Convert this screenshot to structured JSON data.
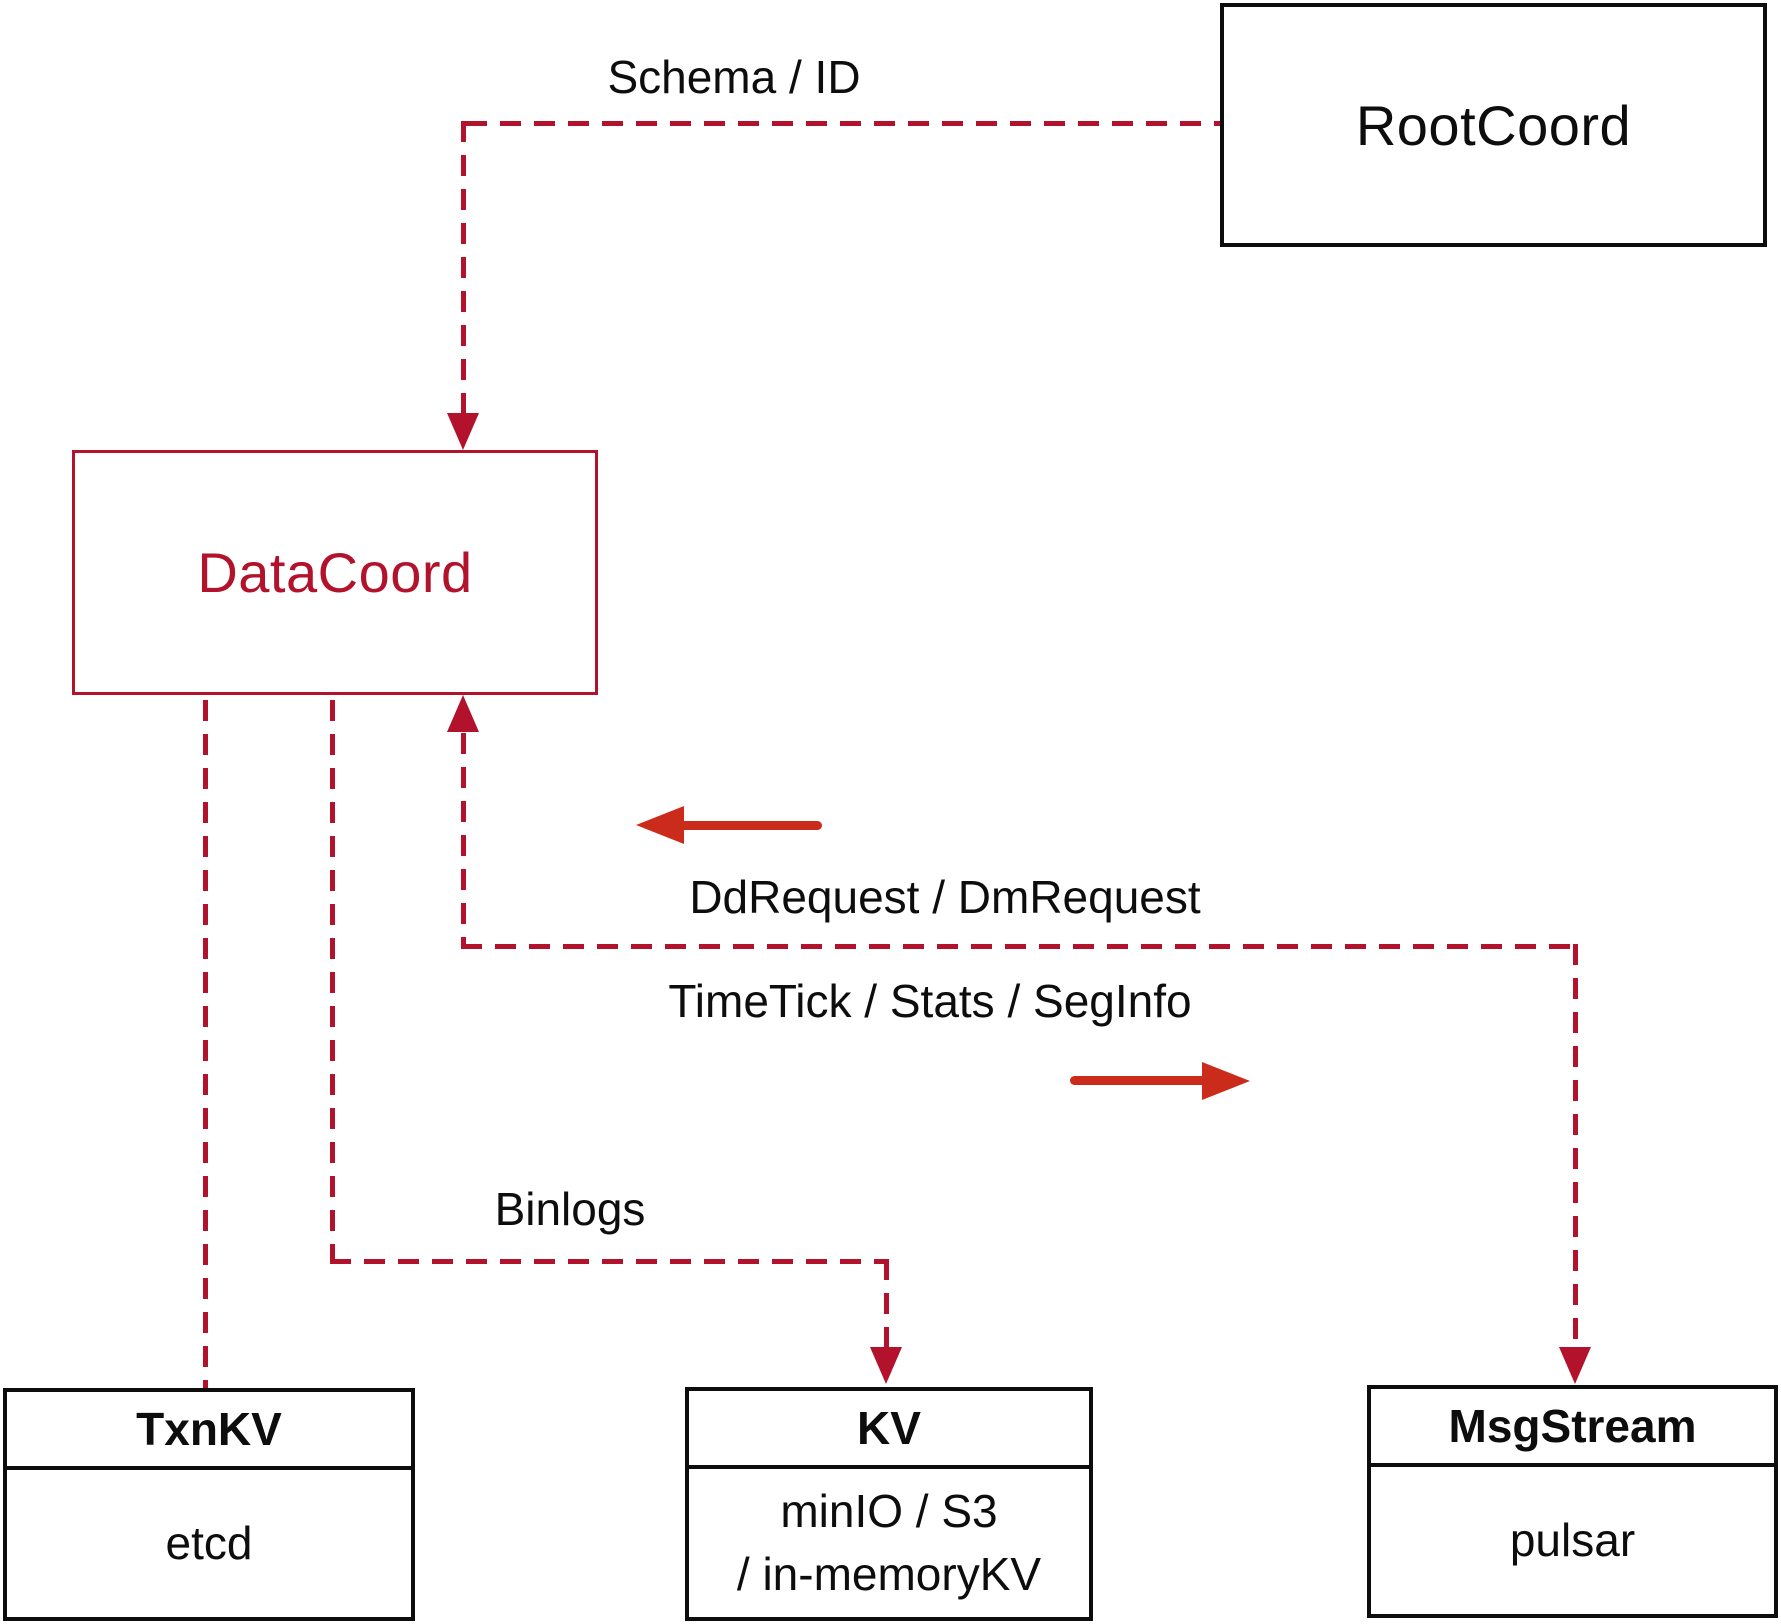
{
  "diagram": {
    "nodes": {
      "rootcoord": {
        "title": "RootCoord"
      },
      "datacoord": {
        "title": "DataCoord"
      },
      "txnkv": {
        "header": "TxnKV",
        "body": "etcd"
      },
      "kv": {
        "header": "KV",
        "body_line1": "minIO / S3",
        "body_line2": "/ in-memoryKV"
      },
      "msgstream": {
        "header": "MsgStream",
        "body": "pulsar"
      }
    },
    "labels": {
      "schema_id": "Schema / ID",
      "dd_dm_request": "DdRequest / DmRequest",
      "timetick_stats_seginfo": "TimeTick / Stats / SegInfo",
      "binlogs": "Binlogs"
    },
    "colors": {
      "dashed_line": "#b2122b",
      "solid_arrow": "#cb2b1a",
      "box_border": "#0d0d0d"
    }
  }
}
